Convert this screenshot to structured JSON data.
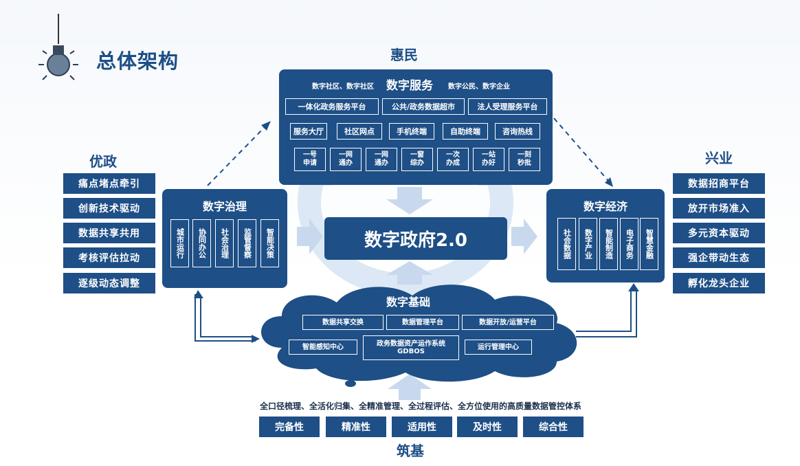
{
  "title": "总体架构",
  "labels": {
    "top": "惠民",
    "left": "优政",
    "right": "兴业",
    "bottom": "筑基"
  },
  "services": {
    "title": "数字服务",
    "left_note": "数字社区、数字社区",
    "right_note": "数字公民、数字企业",
    "platforms": [
      "一体化政务服务平台",
      "公共/政务数据超市",
      "法人受理服务平台"
    ],
    "channels": [
      "服务大厅",
      "社区网点",
      "手机终端",
      "自助终端",
      "咨询热线"
    ],
    "grid": [
      "一号\n申请",
      "一网\n通办",
      "一网\n通办",
      "一窗\n综办",
      "一次\n办成",
      "一站\n办好",
      "一刻\n秒批"
    ]
  },
  "governance": {
    "title": "数字治理",
    "items": [
      "城市运行",
      "协同办公",
      "社会治理",
      "监管督察",
      "智能决策"
    ]
  },
  "economy": {
    "title": "数字经济",
    "items": [
      "社会数据",
      "数字产业",
      "智能制造",
      "电子商务",
      "智慧金融"
    ]
  },
  "center": {
    "title": "数字政府2.0"
  },
  "foundation": {
    "title": "数字基础",
    "row1": [
      "数据共享交换",
      "数据管理平台",
      "数据开放/运营平台"
    ],
    "row2": [
      "智能感知中心",
      "政务数据资产运作系统 GDBOS",
      "运行管理中心"
    ]
  },
  "left_list": [
    "痛点堵点牵引",
    "创新技术驱动",
    "数据共享共用",
    "考核评估拉动",
    "逐级动态调整"
  ],
  "right_list": [
    "数据招商平台",
    "放开市场准入",
    "多元资本驱动",
    "强企带动生态",
    "孵化龙头企业"
  ],
  "bottom_caption": "全口径梳理、全活化归集、全精准管理、全过程评估、全方位使用的高质量数据管控体系",
  "attributes": [
    "完备性",
    "精准性",
    "适用性",
    "及时性",
    "综合性"
  ],
  "colors": {
    "primary": "#1e4f86",
    "arrow": "#c8d9ee",
    "background": "#ffffff"
  }
}
